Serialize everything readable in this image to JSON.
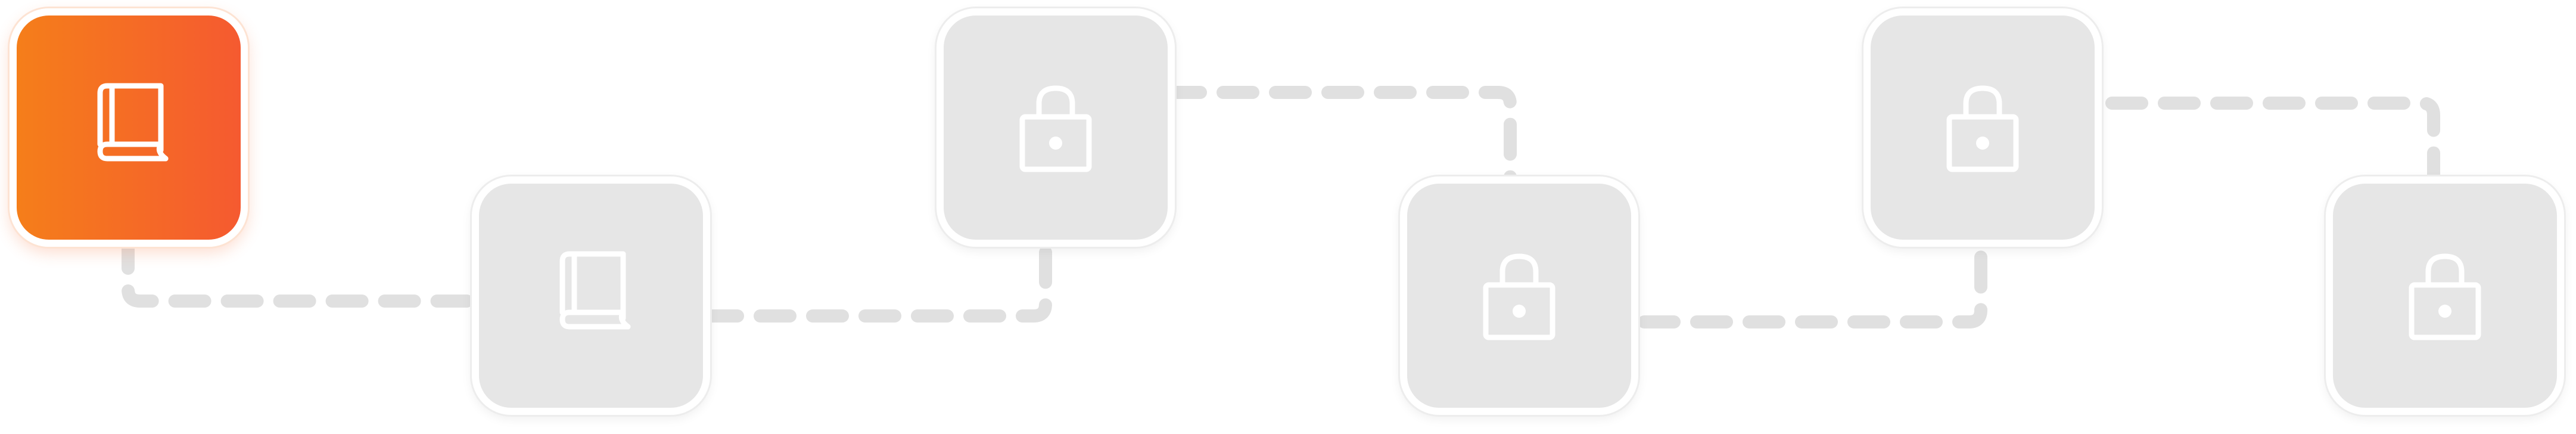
{
  "colors": {
    "path_dash": "#e0e0e0",
    "locked_fill": "#e6e6e6",
    "current_gradient_start": "#f57e1a",
    "current_gradient_end": "#f55a30",
    "icon_stroke": "#ffffff"
  },
  "lesson_path": {
    "nodes": [
      {
        "state": "current",
        "icon": "book-icon"
      },
      {
        "state": "locked",
        "icon": "book-icon"
      },
      {
        "state": "locked",
        "icon": "lock-icon"
      },
      {
        "state": "locked",
        "icon": "lock-icon"
      },
      {
        "state": "locked",
        "icon": "lock-icon"
      },
      {
        "state": "locked",
        "icon": "lock-icon"
      }
    ]
  }
}
